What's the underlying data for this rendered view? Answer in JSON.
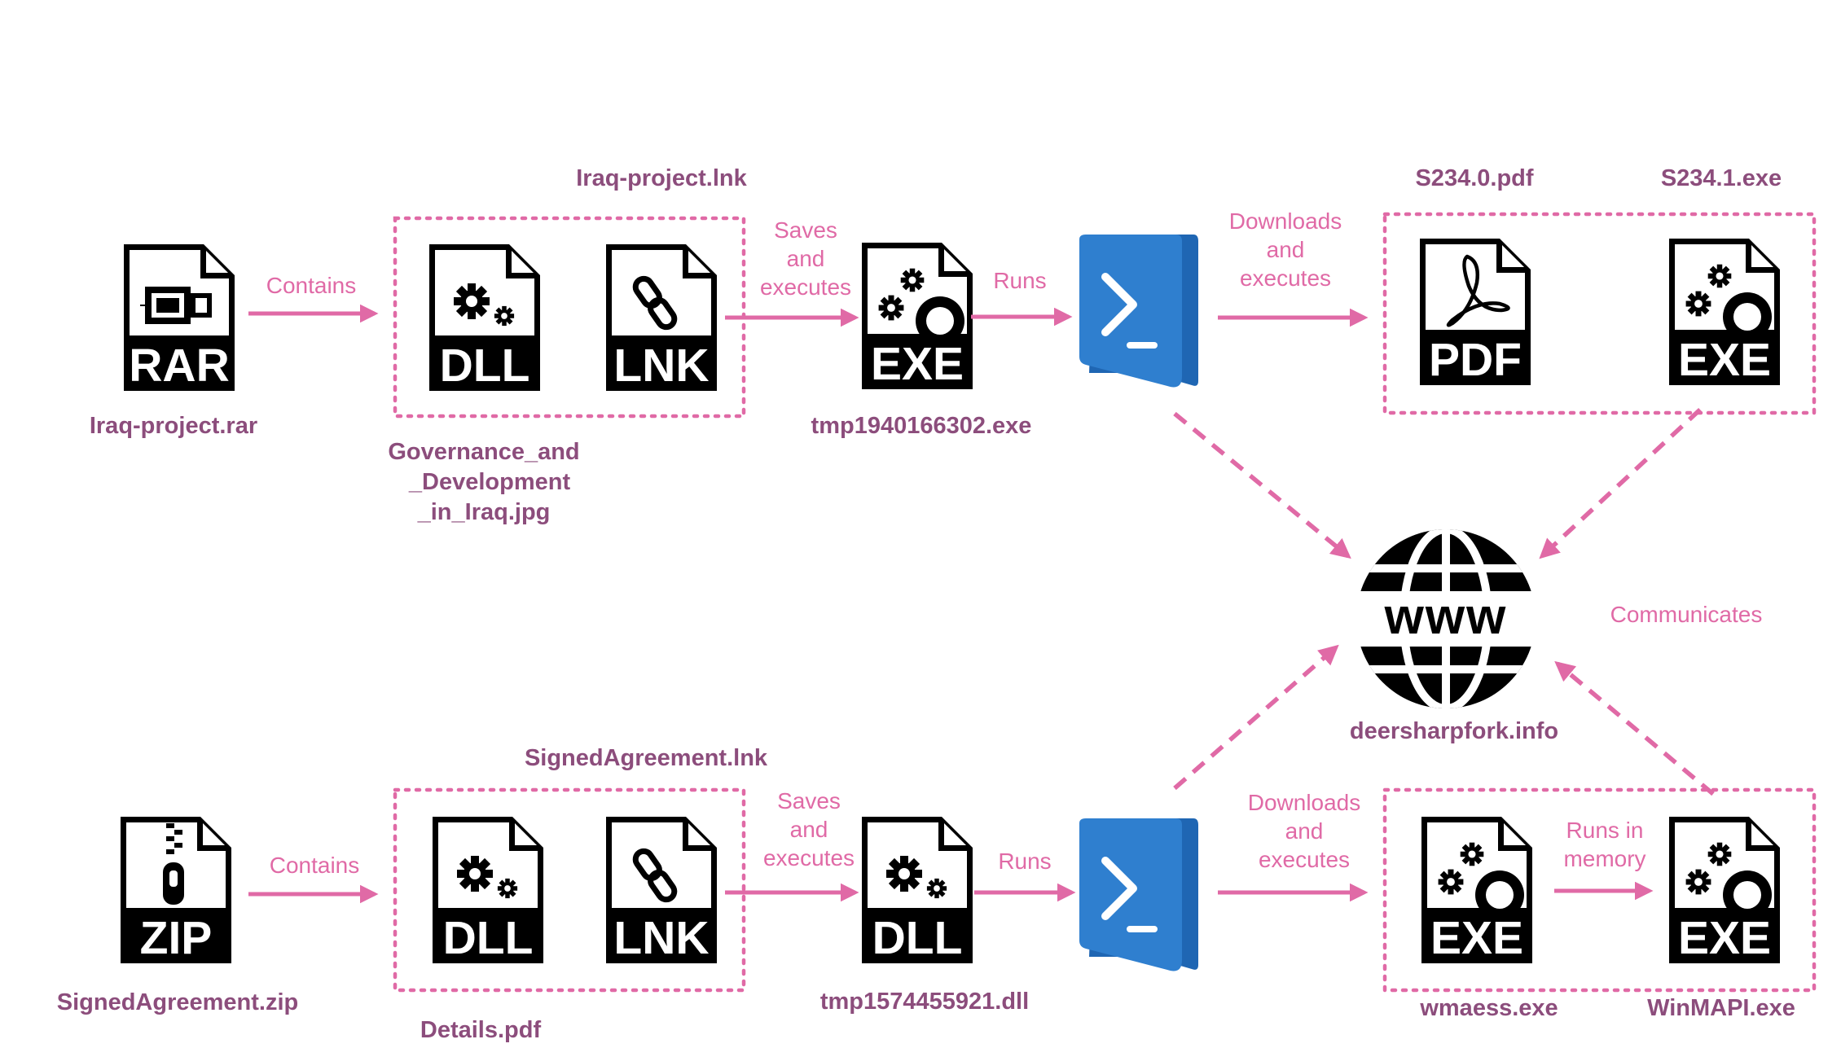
{
  "colors": {
    "label": "#8c4d7c",
    "action": "#e06aa6",
    "icon": "#000000",
    "powershell": "#2f7fcf"
  },
  "top": {
    "archive": {
      "type": "RAR",
      "filename": "Iraq-project.rar"
    },
    "contains_label": "Contains",
    "group_title": "Iraq-project.lnk",
    "dll": {
      "type": "DLL",
      "filename_lines": [
        "Governance_and",
        "_Development",
        "_in_Iraq.jpg"
      ]
    },
    "lnk": {
      "type": "LNK"
    },
    "saves_label": [
      "Saves",
      "and",
      "executes"
    ],
    "payload": {
      "type": "EXE",
      "filename": "tmp1940166302.exe"
    },
    "runs_label": "Runs",
    "downloads_label": [
      "Downloads",
      "and",
      "executes"
    ],
    "pdf": {
      "type": "PDF",
      "filename": "S234.0.pdf"
    },
    "exe": {
      "type": "EXE",
      "filename": "S234.1.exe"
    }
  },
  "center": {
    "www_text": "www",
    "domain": "deersharpfork.info",
    "communicates_label": "Communicates"
  },
  "bottom": {
    "archive": {
      "type": "ZIP",
      "filename": "SignedAgreement.zip"
    },
    "contains_label": "Contains",
    "group_title": "SignedAgreement.lnk",
    "dll": {
      "type": "DLL",
      "filename": "Details.pdf"
    },
    "lnk": {
      "type": "LNK"
    },
    "saves_label": [
      "Saves",
      "and",
      "executes"
    ],
    "payload": {
      "type": "DLL",
      "filename": "tmp1574455921.dll"
    },
    "runs_label": "Runs",
    "downloads_label": [
      "Downloads",
      "and",
      "executes"
    ],
    "exe1": {
      "type": "EXE",
      "filename": "wmaess.exe"
    },
    "runs_in_memory_label": [
      "Runs in",
      "memory"
    ],
    "exe2": {
      "type": "EXE",
      "filename": "WinMAPI.exe"
    }
  }
}
